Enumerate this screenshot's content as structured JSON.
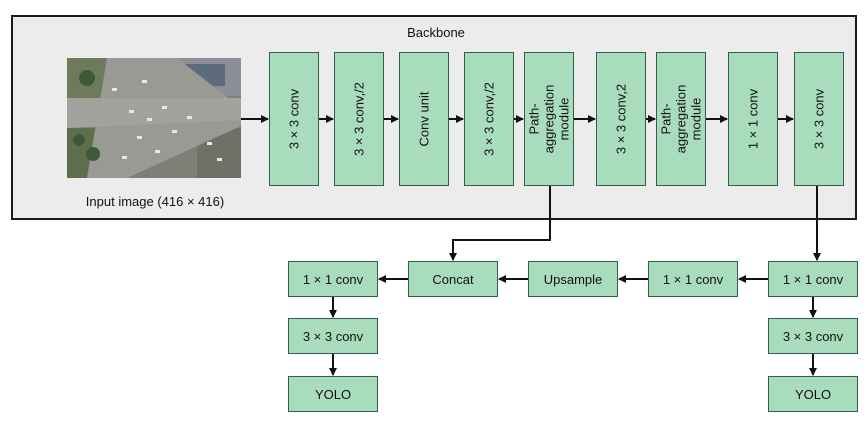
{
  "backbone": {
    "title": "Backbone",
    "input_caption": "Input image (416 × 416)",
    "blocks": [
      "3 × 3  conv",
      "3 × 3  conv,/2",
      "Conv unit",
      "3 × 3  conv,/2",
      "Path-aggregation\nmodule",
      "3 × 3  conv,2",
      "Path-aggregation\nmodule",
      "1 × 1  conv",
      "3 × 3  conv"
    ]
  },
  "neck": {
    "concat": "Concat",
    "upsample": "Upsample",
    "mid_conv": "1 × 1  conv",
    "right_conv1": "1 × 1  conv",
    "right_conv2": "3 × 3  conv",
    "right_yolo": "YOLO",
    "left_conv1": "1 × 1  conv",
    "left_conv2": "3 × 3  conv",
    "left_yolo": "YOLO"
  },
  "colors": {
    "block_fill": "#a9dcbd",
    "block_border": "#2f5f46",
    "panel": "#ececec"
  }
}
